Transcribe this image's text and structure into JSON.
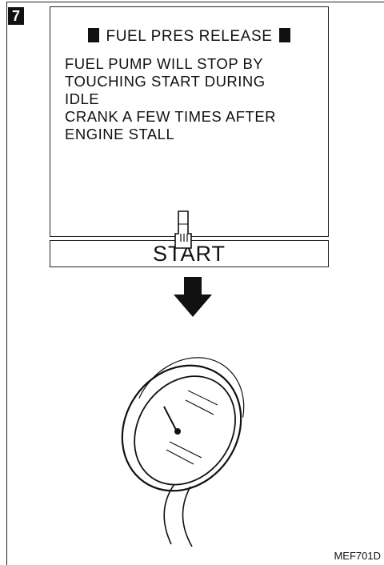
{
  "step_number": "7",
  "screen": {
    "title": "FUEL PRES RELEASE",
    "lines": [
      "FUEL PUMP WILL STOP BY",
      "TOUCHING START DURING",
      "IDLE",
      "CRANK A FEW TIMES AFTER",
      "ENGINE STALL"
    ]
  },
  "start_label": "START",
  "icons": {
    "touch": "pointing-finger-icon",
    "arrow": "arrow-down-icon",
    "gauge": "fuel-pressure-gauge-icon"
  },
  "figure_code": "MEF701D"
}
